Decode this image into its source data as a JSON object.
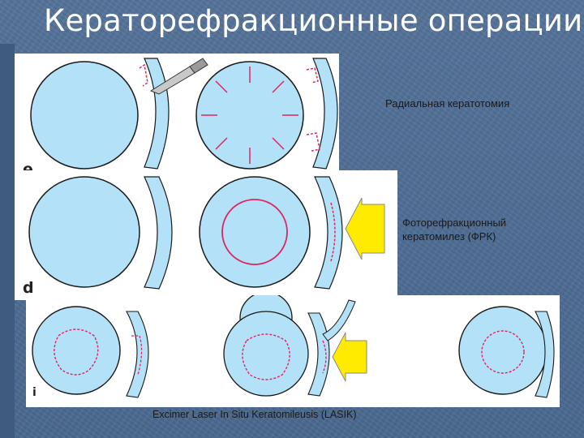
{
  "slide": {
    "title": "Кераторефракционные операции"
  },
  "panels": {
    "top": {
      "letter": "e",
      "caption": "Радиальная кератотомия"
    },
    "middle": {
      "letter": "d",
      "caption_lines": [
        "Фоторефракционный",
        "кератомилез (ФРК)"
      ]
    },
    "bottom": {
      "letter": "i",
      "caption": "Excimer Laser In Situ Keratomileusis (LASIK)"
    }
  },
  "colors": {
    "background": "#4f6d93",
    "cornea_fill": "#b3e1f7",
    "outline": "#1a1a1a",
    "incision": "#e0245e",
    "laser_arrow": "#ffeb00"
  },
  "icons": [
    "scalpel-icon",
    "laser-arrow-icon"
  ]
}
